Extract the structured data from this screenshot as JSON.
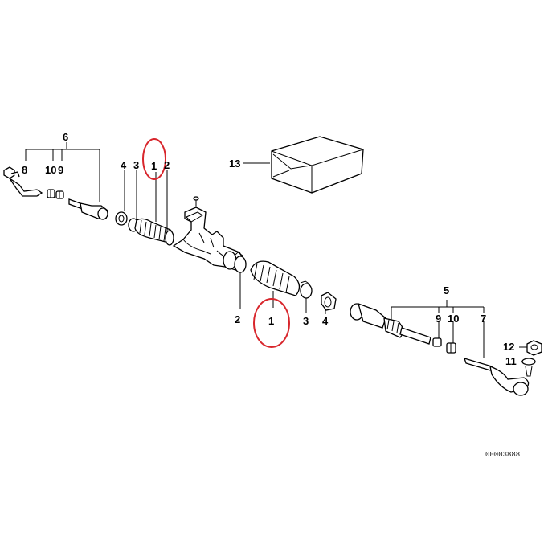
{
  "diagram": {
    "callouts": {
      "left_assembly": "6",
      "left_end_8": "8",
      "left_10": "10",
      "left_9": "9",
      "left_4": "4",
      "left_3": "3",
      "left_1": "1",
      "left_2": "2",
      "box_13": "13",
      "mid_2": "2",
      "mid_1": "1",
      "mid_3": "3",
      "mid_4": "4",
      "right_assembly": "5",
      "right_9": "9",
      "right_10": "10",
      "right_7": "7",
      "right_12": "12",
      "right_11": "11"
    },
    "document_id": "00003888",
    "highlight_color": "#d8262c"
  }
}
